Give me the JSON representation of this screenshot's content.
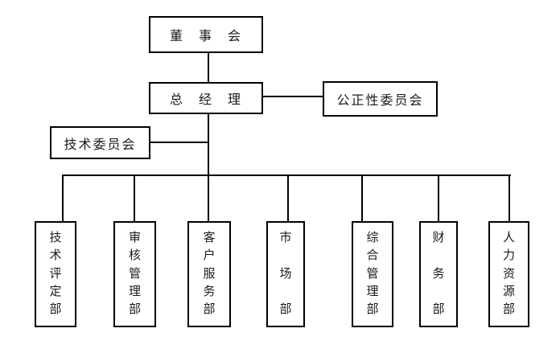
{
  "diagram": {
    "nodes": {
      "board": {
        "label": "董　事　会",
        "text": "董事会"
      },
      "general_manager": {
        "label": "总　经　理",
        "text": "总经理"
      },
      "impartiality_committee": {
        "label": "公正性委员会",
        "text": "公正性委员会"
      },
      "technical_committee": {
        "label": "技术委员会",
        "text": "技术委员会"
      },
      "departments": [
        {
          "text": "技术评定部",
          "chars": [
            "技",
            "术",
            "评",
            "定",
            "部"
          ]
        },
        {
          "text": "审核管理部",
          "chars": [
            "审",
            "核",
            "管",
            "理",
            "部"
          ]
        },
        {
          "text": "客户服务部",
          "chars": [
            "客",
            "户",
            "服",
            "务",
            "部"
          ]
        },
        {
          "text": "市场部",
          "chars": [
            "市",
            "场",
            "部"
          ]
        },
        {
          "text": "综合管理部",
          "chars": [
            "综",
            "合",
            "管",
            "理",
            "部"
          ]
        },
        {
          "text": "财务部",
          "chars": [
            "财",
            "务",
            "部"
          ]
        },
        {
          "text": "人力资源部",
          "chars": [
            "人",
            "力",
            "资",
            "源",
            "部"
          ]
        }
      ]
    },
    "edges": [
      {
        "from": "董事会",
        "to": "总经理"
      },
      {
        "from": "总经理",
        "to": "公正性委员会"
      },
      {
        "from": "总经理",
        "to": "技术委员会"
      },
      {
        "from": "总经理",
        "to": "技术评定部"
      },
      {
        "from": "总经理",
        "to": "审核管理部"
      },
      {
        "from": "总经理",
        "to": "客户服务部"
      },
      {
        "from": "总经理",
        "to": "市场部"
      },
      {
        "from": "总经理",
        "to": "综合管理部"
      },
      {
        "from": "总经理",
        "to": "财务部"
      },
      {
        "from": "总经理",
        "to": "人力资源部"
      }
    ],
    "colors": {
      "line": "#000000",
      "box_border": "#000000",
      "background": "#ffffff",
      "text": "#1a1a1a"
    }
  }
}
